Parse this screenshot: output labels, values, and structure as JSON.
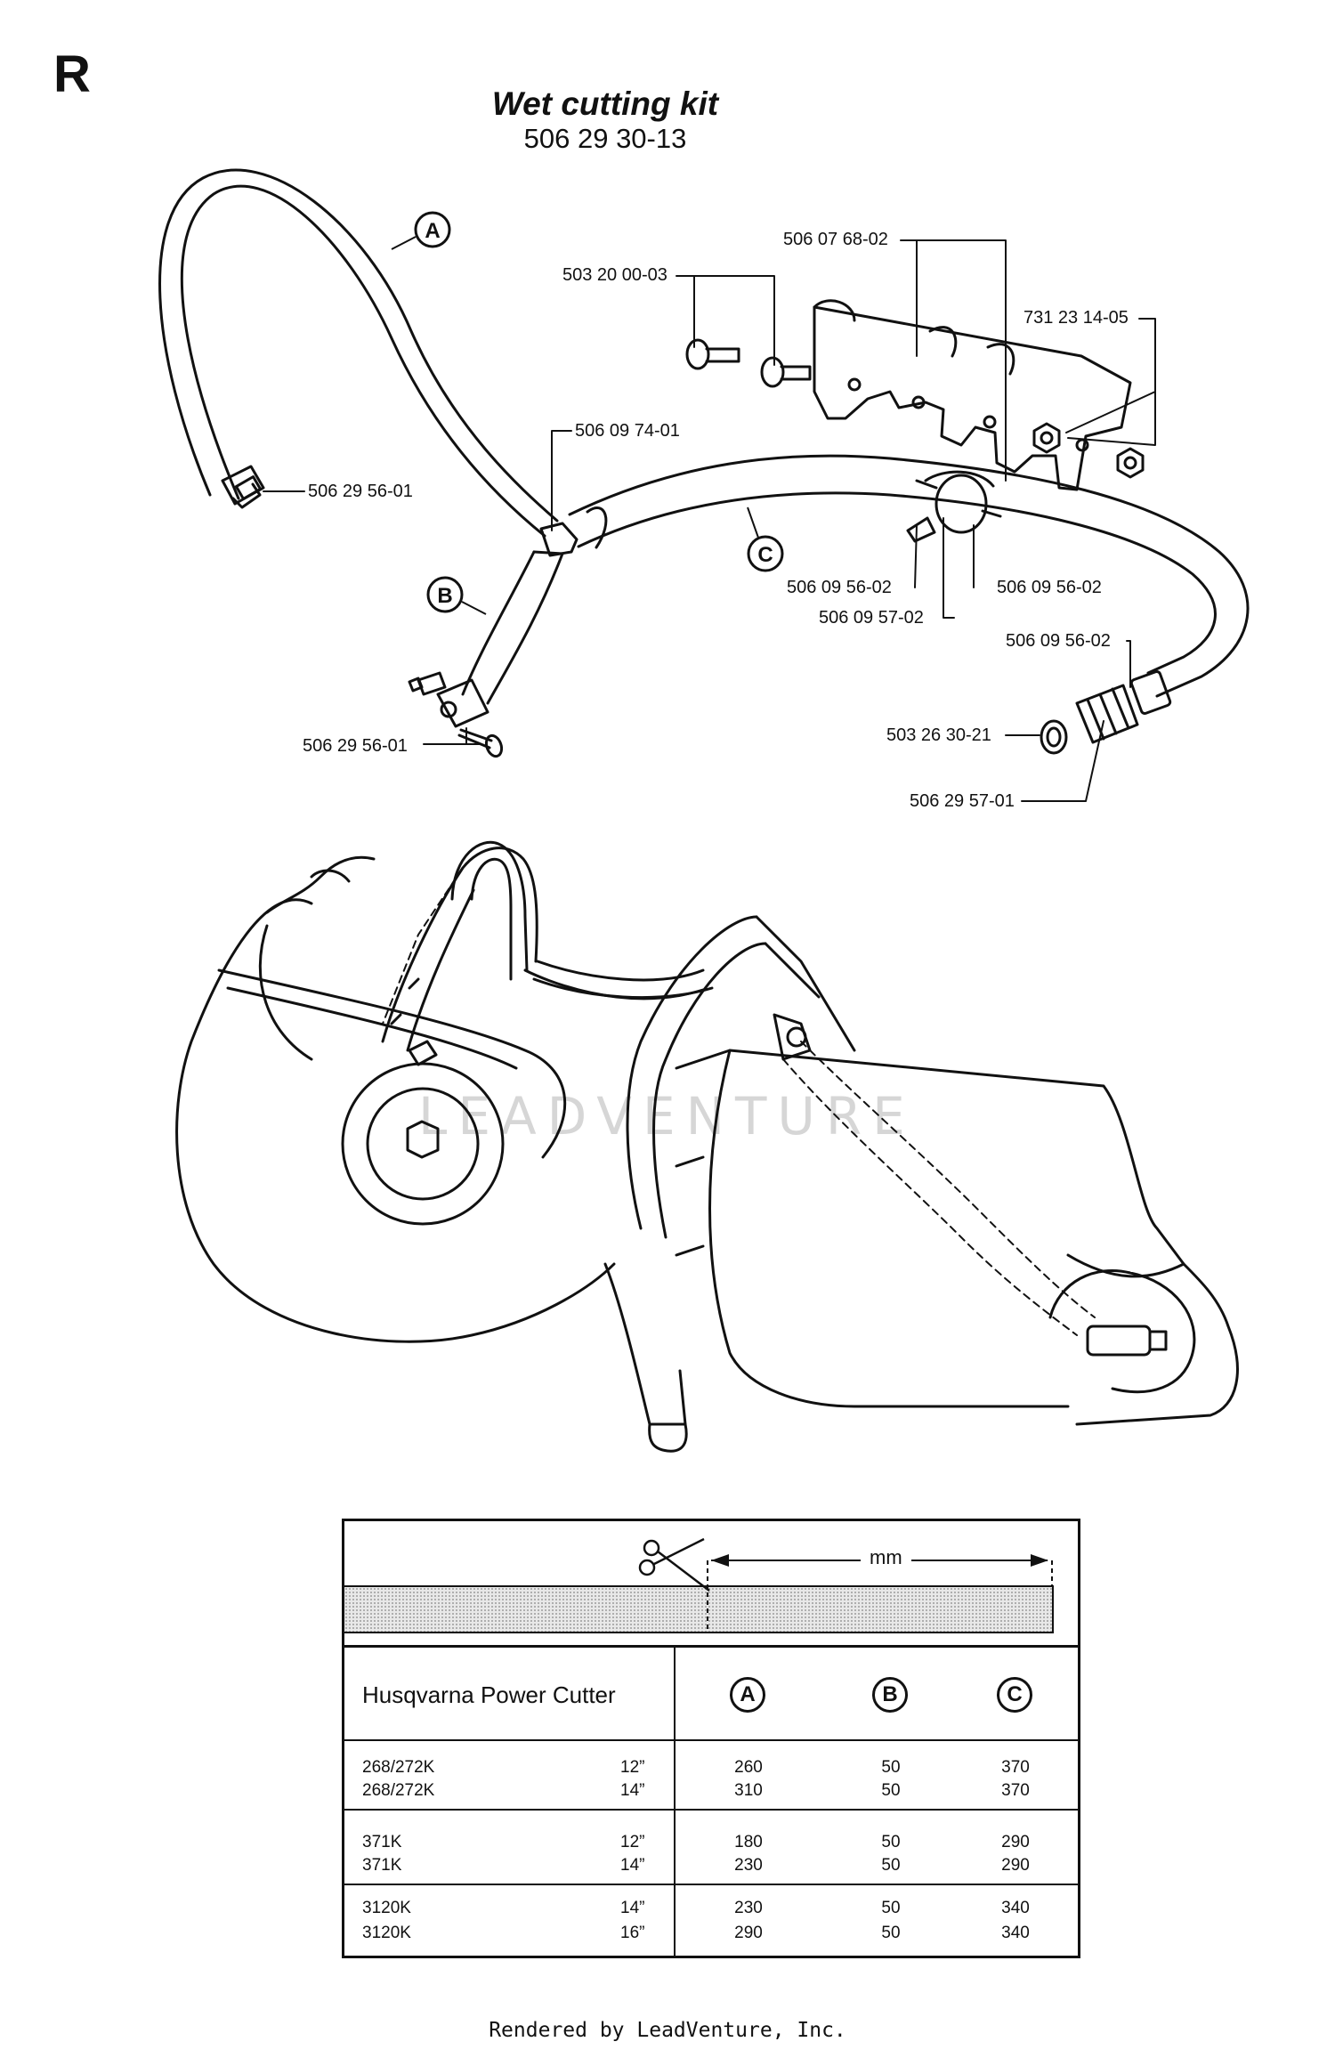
{
  "section_letter": "R",
  "kit": {
    "title": "Wet cutting kit",
    "number": "506 29 30-13"
  },
  "parts": {
    "bracket": "506 07 68-02",
    "screw": "503 20 00-03",
    "nut": "731 23 14-05",
    "tee": "506 09 74-01",
    "nozzle_a": "506 29 56-01",
    "nozzle_b": "506 29 56-01",
    "clamp_1": "506 09 56-02",
    "clamp_2": "506 09 56-02",
    "valve": "506 09 57-02",
    "clamp_3": "506 09 56-02",
    "washer": "503 26 30-21",
    "coupling": "506 29 57-01"
  },
  "callouts": {
    "a": "A",
    "b": "B",
    "c": "C"
  },
  "watermark": "LEADVENTURE",
  "table": {
    "unit": "mm",
    "header": "Husqvarna Power Cutter",
    "columns": [
      "A",
      "B",
      "C"
    ],
    "groups": [
      {
        "rows": [
          {
            "model": "268/272K",
            "size": "12”",
            "a": "260",
            "b": "50",
            "c": "370"
          },
          {
            "model": "268/272K",
            "size": "14”",
            "a": "310",
            "b": "50",
            "c": "370"
          }
        ]
      },
      {
        "rows": [
          {
            "model": "371K",
            "size": "12”",
            "a": "180",
            "b": "50",
            "c": "290"
          },
          {
            "model": "371K",
            "size": "14”",
            "a": "230",
            "b": "50",
            "c": "290"
          }
        ]
      },
      {
        "rows": [
          {
            "model": "3120K",
            "size": "14”",
            "a": "230",
            "b": "50",
            "c": "340"
          },
          {
            "model": "3120K",
            "size": "16”",
            "a": "290",
            "b": "50",
            "c": "340"
          }
        ]
      }
    ]
  },
  "footer": "Rendered by LeadVenture, Inc."
}
